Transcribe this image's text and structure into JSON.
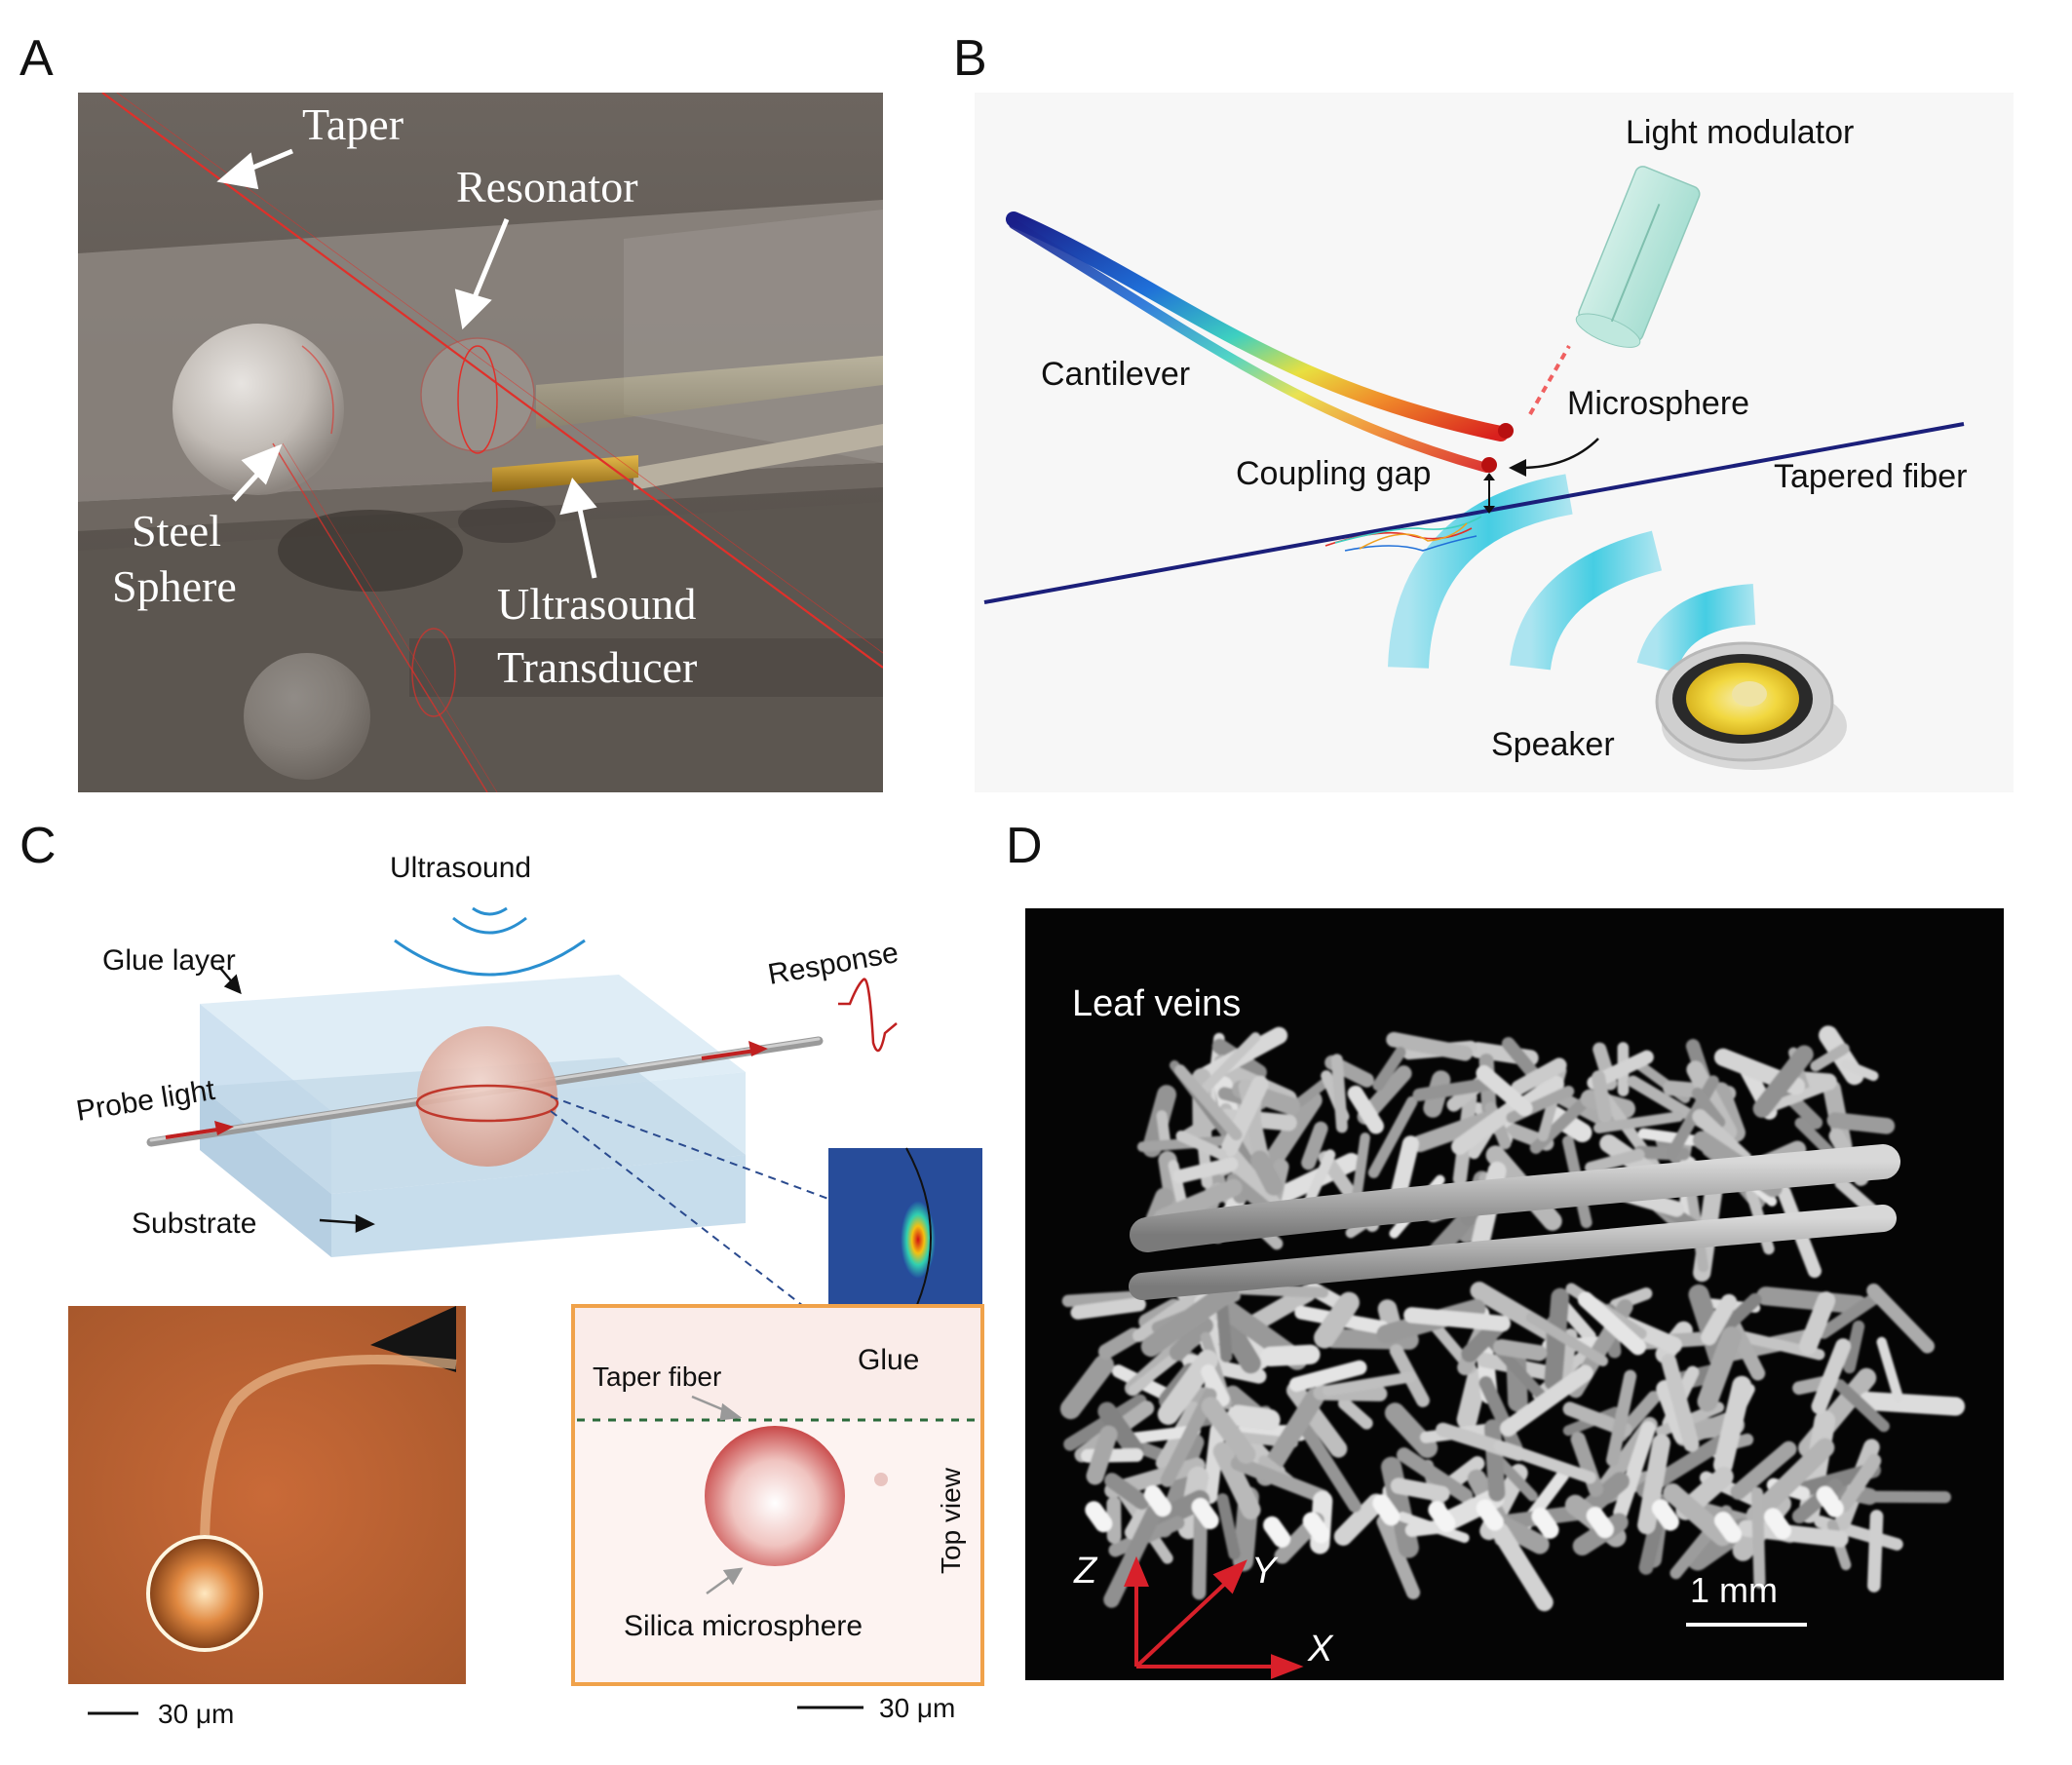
{
  "panels": {
    "a": {
      "letter": "A",
      "taper": "Taper",
      "resonator": "Resonator",
      "steel_sphere_1": "Steel",
      "steel_sphere_2": "Sphere",
      "ultrasound_1": "Ultrasound",
      "ultrasound_2": "Transducer"
    },
    "b": {
      "letter": "B",
      "light_modulator": "Light modulator",
      "cantilever": "Cantilever",
      "microsphere": "Microsphere",
      "coupling_gap": "Coupling gap",
      "tapered_fiber": "Tapered fiber",
      "speaker": "Speaker"
    },
    "c": {
      "letter": "C",
      "ultrasound": "Ultrasound",
      "glue_layer": "Glue layer",
      "response": "Response",
      "probe_light": "Probe light",
      "substrate": "Substrate",
      "glue": "Glue",
      "taper_fiber": "Taper fiber",
      "top_view": "Top view",
      "silica_microsphere": "Silica microsphere",
      "scale_left": "30 μm",
      "scale_right": "30 μm"
    },
    "d": {
      "letter": "D",
      "leaf_veins": "Leaf veins",
      "axis_z": "Z",
      "axis_y": "Y",
      "axis_x": "X",
      "scale": "1 mm"
    }
  },
  "colors": {
    "red_laser": "#e0302a",
    "fiber_navy": "#1b1f7a",
    "ultrasound_blue": "#3a9ad6",
    "orange_frame": "#f0a24a",
    "axis_red": "#d8202a"
  }
}
